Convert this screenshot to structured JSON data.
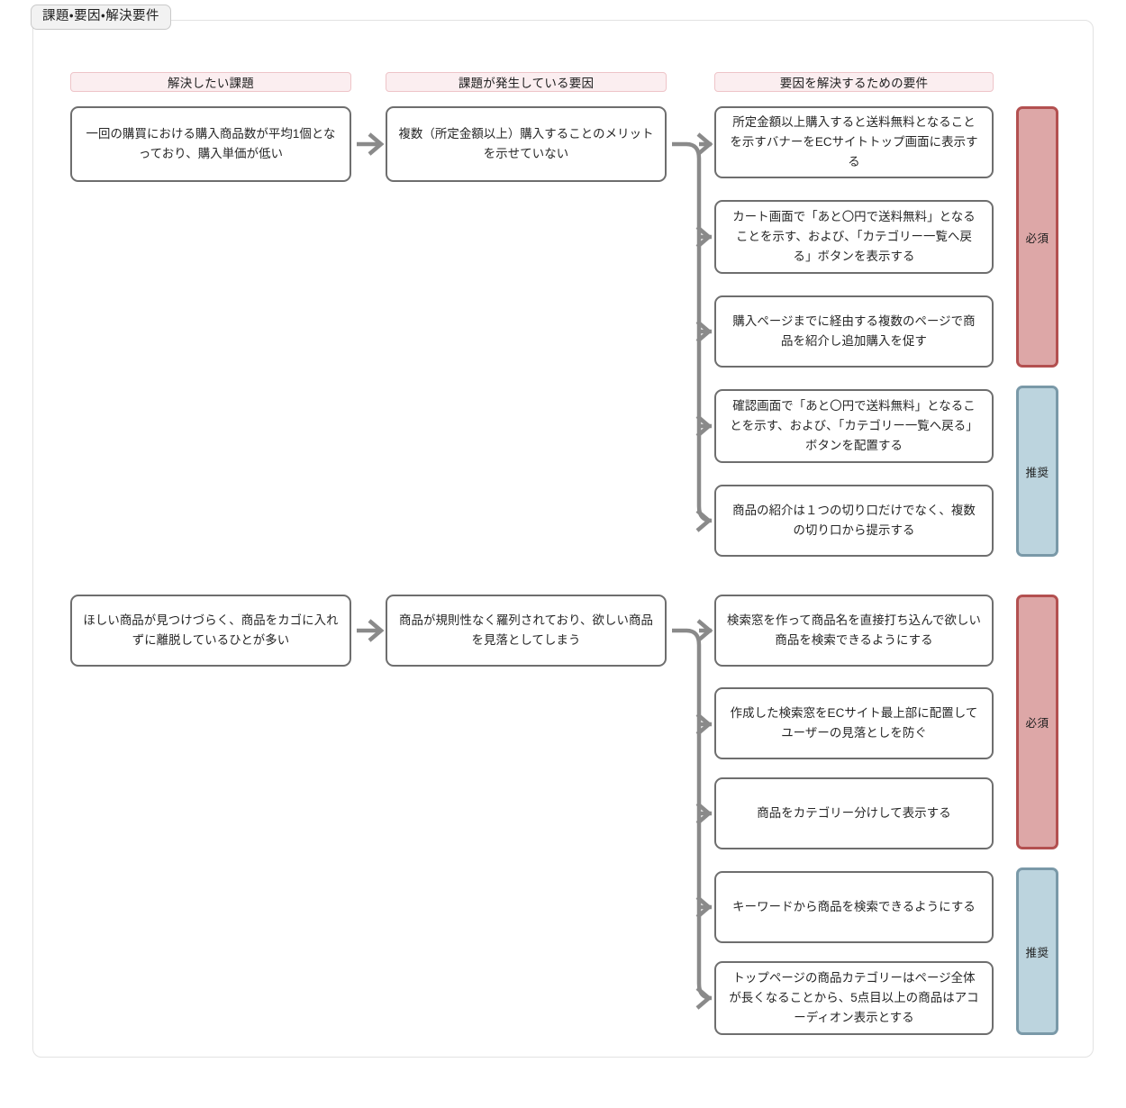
{
  "panel": {
    "tab_label": "課題・要因・解決要件"
  },
  "columns": [
    {
      "id": "issue",
      "label": "解決したい課題"
    },
    {
      "id": "cause",
      "label": "課題が発生している要因"
    },
    {
      "id": "requirement",
      "label": "要因を解決するための要件"
    }
  ],
  "colors": {
    "header_bg": "#fbeef0",
    "header_border": "#eec4c8",
    "node_border": "#6e6e6e",
    "arrow": "#8a8a8a",
    "must_bg": "#dda7a7",
    "must_border": "#b35050",
    "recommended_bg": "#bcd4de",
    "recommended_border": "#7a99a8",
    "panel_border": "#e2e2e2",
    "tab_bg": "#f2f2f2"
  },
  "priority_labels": {
    "must": "必須",
    "recommended": "推奨"
  },
  "groups": [
    {
      "id": "group-1",
      "issue": "一回の購買における購入商品数が平均1個となっており、購入単価が低い",
      "cause": "複数（所定金額以上）購入することのメリットを示せていない",
      "requirements": [
        {
          "text": "所定金額以上購入すると送料無料となることを示すバナーをECサイトトップ画面に表示する",
          "priority": "must"
        },
        {
          "text": "カート画面で「あと〇円で送料無料」となることを示す、および、「カテゴリー一覧へ戻る」ボタンを表示する",
          "priority": "must"
        },
        {
          "text": "購入ページまでに経由する複数のページで商品を紹介し追加購入を促す",
          "priority": "must"
        },
        {
          "text": "確認画面で「あと〇円で送料無料」となることを示す、および、「カテゴリー一覧へ戻る」ボタンを配置する",
          "priority": "recommended"
        },
        {
          "text": "商品の紹介は１つの切り口だけでなく、複数の切り口から提示する",
          "priority": "recommended"
        }
      ],
      "priority_bars": [
        {
          "label": "必須",
          "kind": "must"
        },
        {
          "label": "推奨",
          "kind": "recommended"
        }
      ]
    },
    {
      "id": "group-2",
      "issue": "ほしい商品が見つけづらく、商品をカゴに入れずに離脱しているひとが多い",
      "cause": "商品が規則性なく羅列されており、欲しい商品を見落としてしまう",
      "requirements": [
        {
          "text": "検索窓を作って商品名を直接打ち込んで欲しい商品を検索できるようにする",
          "priority": "must"
        },
        {
          "text": "作成した検索窓をECサイト最上部に配置してユーザーの見落としを防ぐ",
          "priority": "must"
        },
        {
          "text": "商品をカテゴリー分けして表示する",
          "priority": "must"
        },
        {
          "text": "キーワードから商品を検索できるようにする",
          "priority": "recommended"
        },
        {
          "text": "トップページの商品カテゴリーはページ全体が長くなることから、5点目以上の商品はアコーディオン表示とする",
          "priority": "recommended"
        }
      ],
      "priority_bars": [
        {
          "label": "必須",
          "kind": "must"
        },
        {
          "label": "推奨",
          "kind": "recommended"
        }
      ]
    }
  ]
}
